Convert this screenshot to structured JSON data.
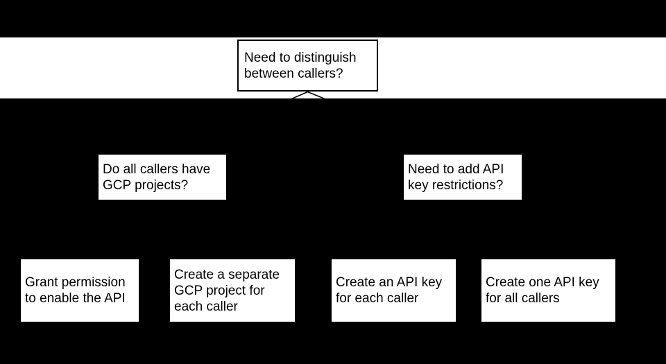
{
  "diagram": {
    "type": "flowchart",
    "colors": {
      "background": "#000000",
      "band": "#ffffff",
      "node_fill": "#ffffff",
      "node_border": "#000000",
      "text": "#000000",
      "line": "#000000"
    },
    "nodes": {
      "root": {
        "text": "Need to distinguish\nbetween callers?"
      },
      "left_question": {
        "text": "Do all callers have\nGCP projects?"
      },
      "right_question": {
        "text": "Need to add API\nkey restrictions?"
      },
      "leaf_grant_permission": {
        "text": "Grant permission\nto enable the API"
      },
      "leaf_separate_project": {
        "text": "Create a separate\nGCP project for\neach caller"
      },
      "leaf_key_each_caller": {
        "text": "Create an API key\nfor each caller"
      },
      "leaf_key_all_callers": {
        "text": "Create one API key\nfor all callers"
      }
    },
    "edges": [
      {
        "from": "root",
        "to": "left_question"
      },
      {
        "from": "root",
        "to": "right_question"
      },
      {
        "from": "left_question",
        "to": "leaf_grant_permission"
      },
      {
        "from": "left_question",
        "to": "leaf_separate_project"
      },
      {
        "from": "right_question",
        "to": "leaf_key_each_caller"
      },
      {
        "from": "right_question",
        "to": "leaf_key_all_callers"
      }
    ]
  }
}
